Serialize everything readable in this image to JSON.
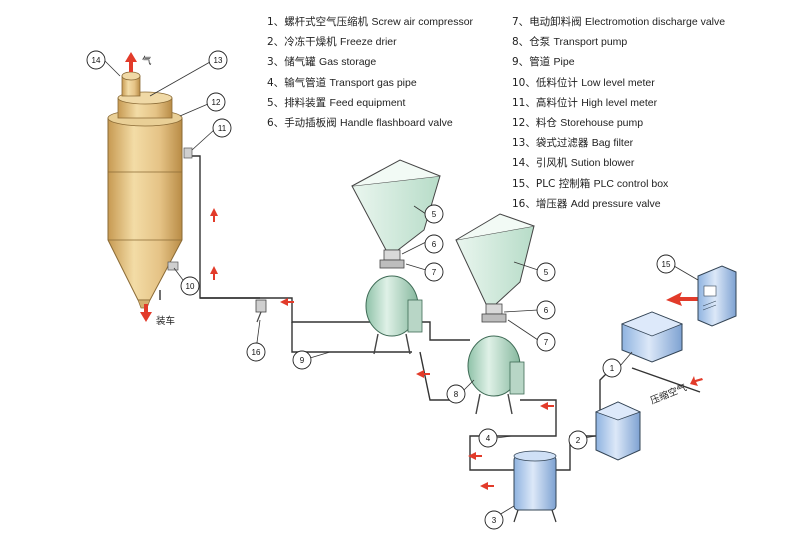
{
  "legend": [
    {
      "num": "1、",
      "zh": "螺杆式空气压缩机",
      "en": "Screw air compressor"
    },
    {
      "num": "2、",
      "zh": "冷冻干燥机",
      "en": "Freeze drier"
    },
    {
      "num": "3、",
      "zh": "储气罐",
      "en": "Gas storage"
    },
    {
      "num": "4、",
      "zh": "输气管道",
      "en": "Transport gas pipe"
    },
    {
      "num": "5、",
      "zh": "排料装置",
      "en": "Feed equipment"
    },
    {
      "num": "6、",
      "zh": "手动插板阀",
      "en": "Handle flashboard valve"
    },
    {
      "num": "7、",
      "zh": "电动卸料阀",
      "en": "Electromotion discharge valve"
    },
    {
      "num": "8、",
      "zh": "仓泵",
      "en": "Transport pump"
    },
    {
      "num": "9、",
      "zh": "管道",
      "en": "Pipe"
    },
    {
      "num": "10、",
      "zh": "低料位计",
      "en": "Low level meter"
    },
    {
      "num": "11、",
      "zh": "高料位计",
      "en": "High level meter"
    },
    {
      "num": "12、",
      "zh": "料仓",
      "en": "Storehouse pump"
    },
    {
      "num": "13、",
      "zh": "袋式过滤器",
      "en": "Bag filter"
    },
    {
      "num": "14、",
      "zh": "引风机",
      "en": "Sution blower"
    },
    {
      "num": "15、",
      "zh": "PLC 控制箱",
      "en": "PLC control box"
    },
    {
      "num": "16、",
      "zh": "增压器",
      "en": "Add pressure valve"
    }
  ],
  "labels": {
    "gas_out": "气",
    "load_truck": "装车",
    "compressed_air": "压缩空气"
  },
  "callouts": {
    "c1": "1",
    "c2": "2",
    "c3": "3",
    "c4": "4",
    "c5a": "5",
    "c5b": "5",
    "c6a": "6",
    "c6b": "6",
    "c7a": "7",
    "c7b": "7",
    "c8": "8",
    "c9": "9",
    "c10": "10",
    "c11": "11",
    "c12": "12",
    "c13": "13",
    "c14": "14",
    "c15": "15",
    "c16": "16"
  },
  "colors": {
    "silo": "#e8c98a",
    "silo_dark": "#c9a05a",
    "hopper": "#d8eee2",
    "vessel": "#bfe0cf",
    "equipment": "#bcd3f0",
    "arrow": "#e23b2a",
    "line": "#333333"
  }
}
